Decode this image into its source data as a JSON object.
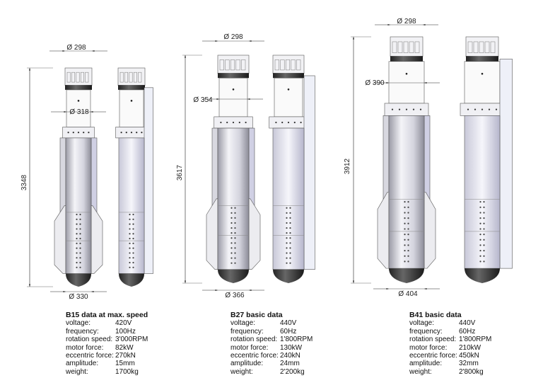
{
  "models": [
    {
      "id": "B15",
      "height_label": "3348",
      "diameters": {
        "top": "Ø 298",
        "upper": "Ø 318",
        "bottom": "Ø 330"
      },
      "spec_title": "B15 data at max. speed",
      "specs": [
        {
          "label": "voltage:",
          "value": "420V"
        },
        {
          "label": "frequency:",
          "value": "100Hz"
        },
        {
          "label": "rotation speed:",
          "value": "3'000RPM"
        },
        {
          "label": "motor force:",
          "value": "82kW"
        },
        {
          "label": "eccentric force:",
          "value": "270kN"
        },
        {
          "label": "amplitude:",
          "value": "15mm"
        },
        {
          "label": "weight:",
          "value": "1700kg"
        }
      ]
    },
    {
      "id": "B27",
      "height_label": "3617",
      "diameters": {
        "top": "Ø 298",
        "upper": "Ø 354",
        "bottom": "Ø 366"
      },
      "spec_title": "B27 basic data",
      "specs": [
        {
          "label": "voltage:",
          "value": "440V"
        },
        {
          "label": "frequency:",
          "value": "60Hz"
        },
        {
          "label": "rotation speed:",
          "value": "1'800RPM"
        },
        {
          "label": "motor force:",
          "value": "130kW"
        },
        {
          "label": "eccentric force:",
          "value": "240kN"
        },
        {
          "label": "amplitude:",
          "value": "24mm"
        },
        {
          "label": "weight:",
          "value": "2'200kg"
        }
      ]
    },
    {
      "id": "B41",
      "height_label": "3912",
      "diameters": {
        "top": "Ø 298",
        "upper": "Ø 390",
        "bottom": "Ø 404"
      },
      "spec_title": "B41 basic data",
      "specs": [
        {
          "label": "voltage:",
          "value": "440V"
        },
        {
          "label": "frequency:",
          "value": "60Hz"
        },
        {
          "label": "rotation speed:",
          "value": "1'800RPM"
        },
        {
          "label": "motor force:",
          "value": "210kW"
        },
        {
          "label": "eccentric force:",
          "value": "450kN"
        },
        {
          "label": "amplitude:",
          "value": "32mm"
        },
        {
          "label": "weight:",
          "value": "2'800kg"
        }
      ]
    }
  ]
}
